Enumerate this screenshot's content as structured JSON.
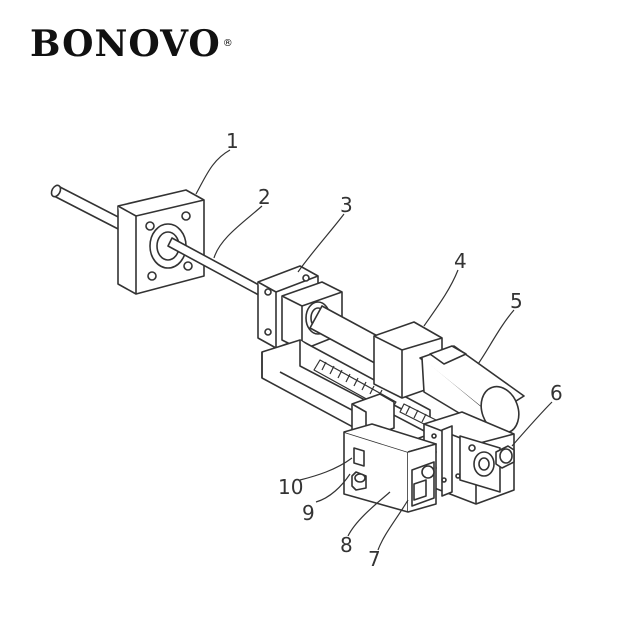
{
  "brand": {
    "name": "BONOVO",
    "mark": "®"
  },
  "callouts": [
    {
      "id": "1",
      "label": "1"
    },
    {
      "id": "2",
      "label": "2"
    },
    {
      "id": "3",
      "label": "3"
    },
    {
      "id": "4",
      "label": "4"
    },
    {
      "id": "5",
      "label": "5"
    },
    {
      "id": "6",
      "label": "6"
    },
    {
      "id": "7",
      "label": "7"
    },
    {
      "id": "8",
      "label": "8"
    },
    {
      "id": "9",
      "label": "9"
    },
    {
      "id": "10",
      "label": "10"
    }
  ],
  "colors": {
    "line": "#333333",
    "logo": "#111111",
    "background": "#ffffff"
  }
}
